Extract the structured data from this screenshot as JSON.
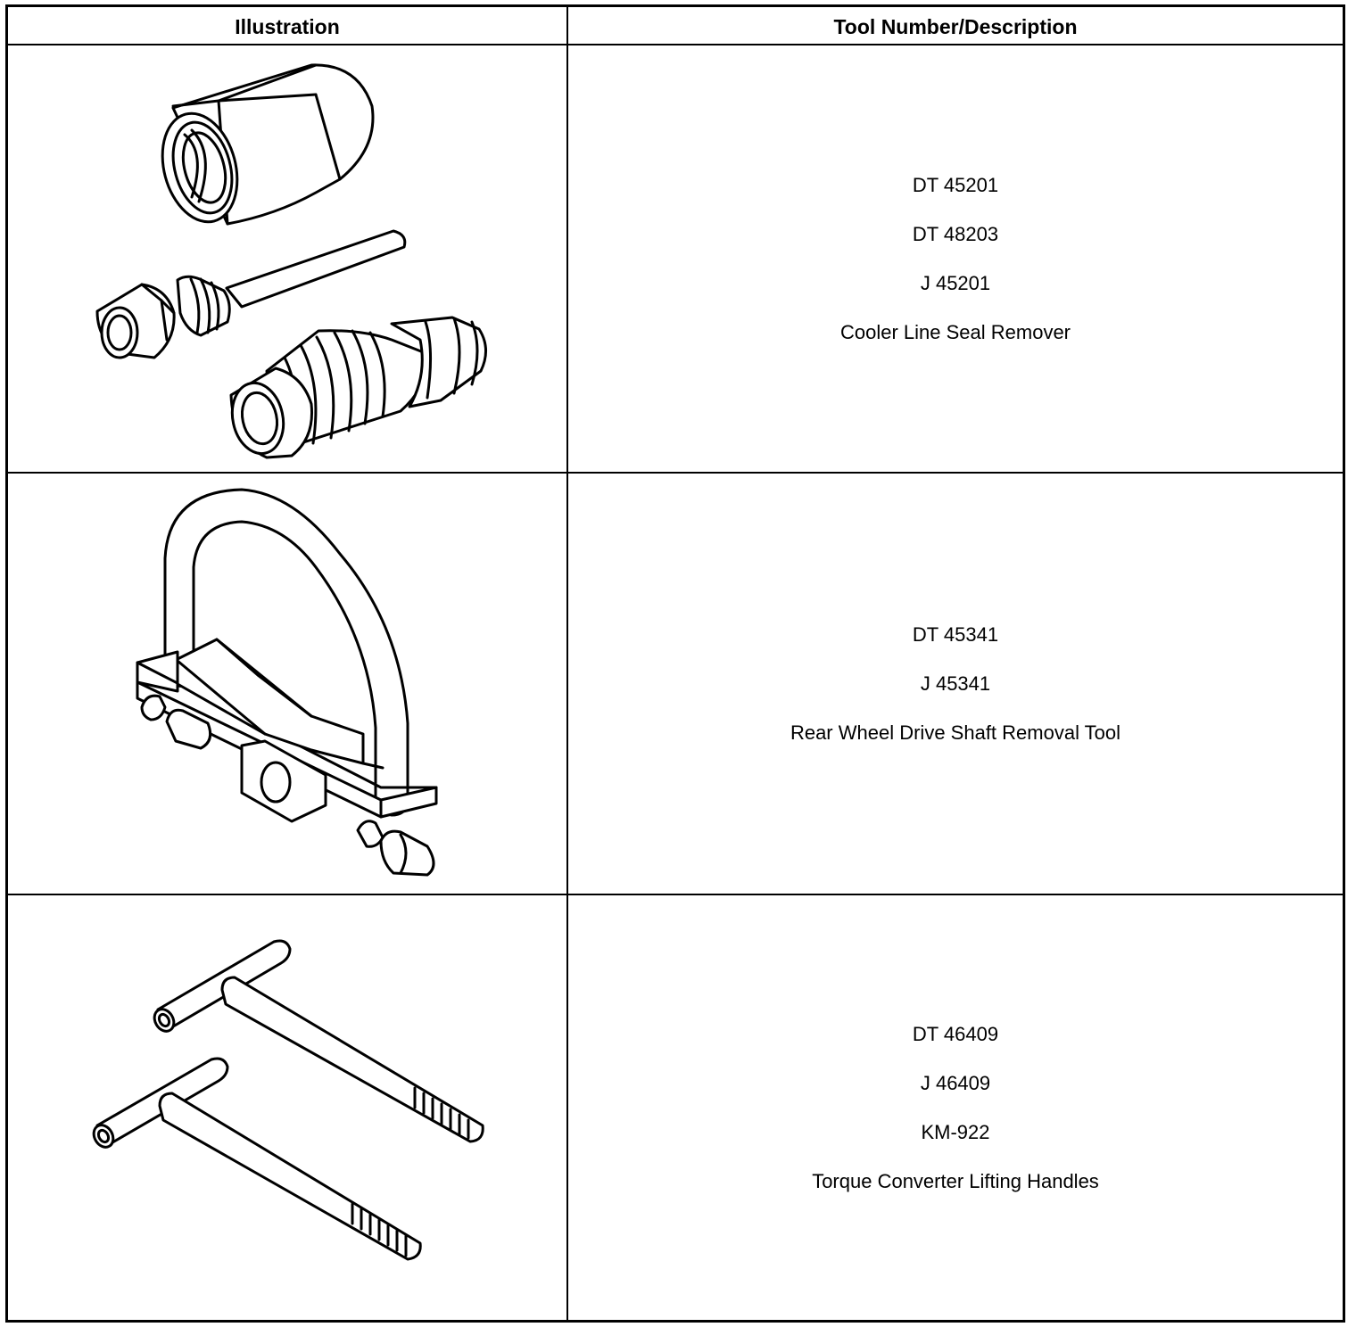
{
  "table": {
    "headers": {
      "illustration": "Illustration",
      "tool": "Tool Number/Description"
    },
    "rows": [
      {
        "illustration_icon": "cooler-line-seal-remover-icon",
        "lines": [
          "DT 45201",
          "DT 48203",
          "J 45201",
          "Cooler Line Seal Remover"
        ]
      },
      {
        "illustration_icon": "drive-shaft-removal-tool-icon",
        "lines": [
          "DT 45341",
          "J 45341",
          "Rear Wheel Drive Shaft Removal Tool"
        ]
      },
      {
        "illustration_icon": "lifting-handles-icon",
        "lines": [
          "DT 46409",
          "J 46409",
          "KM-922",
          "Torque Converter Lifting Handles"
        ]
      }
    ]
  }
}
